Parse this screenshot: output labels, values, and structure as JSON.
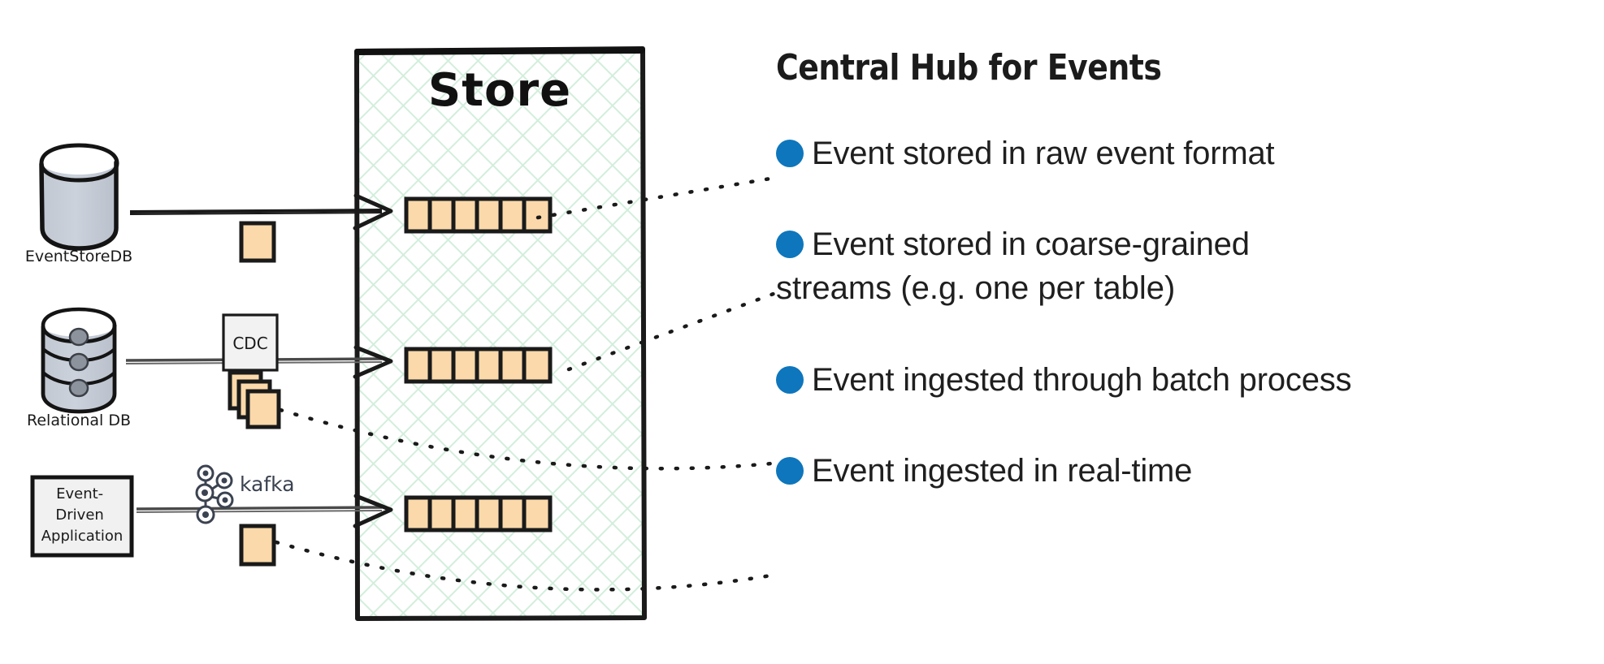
{
  "diagram": {
    "store": {
      "label": "Store",
      "fill_pattern": "crosshatch",
      "pattern_color": "#d9efe0",
      "border_color": "#1a1a1a"
    },
    "sources": [
      {
        "id": "eventstoredb",
        "label": "EventStoreDB",
        "icon": "database-cylinder-icon",
        "connector_icon": "single-event-square-icon",
        "connector_label": "",
        "arrow": "solid-arrow"
      },
      {
        "id": "relational-db",
        "label": "Relational DB",
        "icon": "database-stacked-disks-icon",
        "connector_icon": "stacked-events-squares-icon",
        "connector_label": "CDC",
        "arrow": "solid-arrow"
      },
      {
        "id": "event-driven-application",
        "label": "Event-\nDriven\nApplication",
        "label_lines": [
          "Event-",
          "Driven",
          "Application"
        ],
        "icon": "application-box-icon",
        "connector_icon": "single-event-square-icon",
        "connector_label": "kafka",
        "arrow": "solid-arrow"
      }
    ],
    "streams": [
      {
        "id": "stream-raw",
        "cells": 6,
        "cell_color": "#fbd9aa",
        "trailing_dots": true
      },
      {
        "id": "stream-coarse",
        "cells": 6,
        "cell_color": "#fbd9aa",
        "trailing_dots": false
      },
      {
        "id": "stream-realtime",
        "cells": 6,
        "cell_color": "#fbd9aa",
        "trailing_dots": false
      }
    ]
  },
  "panel": {
    "title": "Central Hub for Events",
    "bullet_color": "#0e76bc",
    "bullets": [
      {
        "id": "raw-format",
        "line1": "Event stored in raw event format",
        "line2": ""
      },
      {
        "id": "coarse-grained",
        "line1": "Event stored in coarse-grained",
        "line2": "streams (e.g. one per table)"
      },
      {
        "id": "batch-process",
        "line1": "Event ingested through batch process",
        "line2": ""
      },
      {
        "id": "real-time",
        "line1": "Event ingested in real-time",
        "line2": ""
      }
    ]
  }
}
